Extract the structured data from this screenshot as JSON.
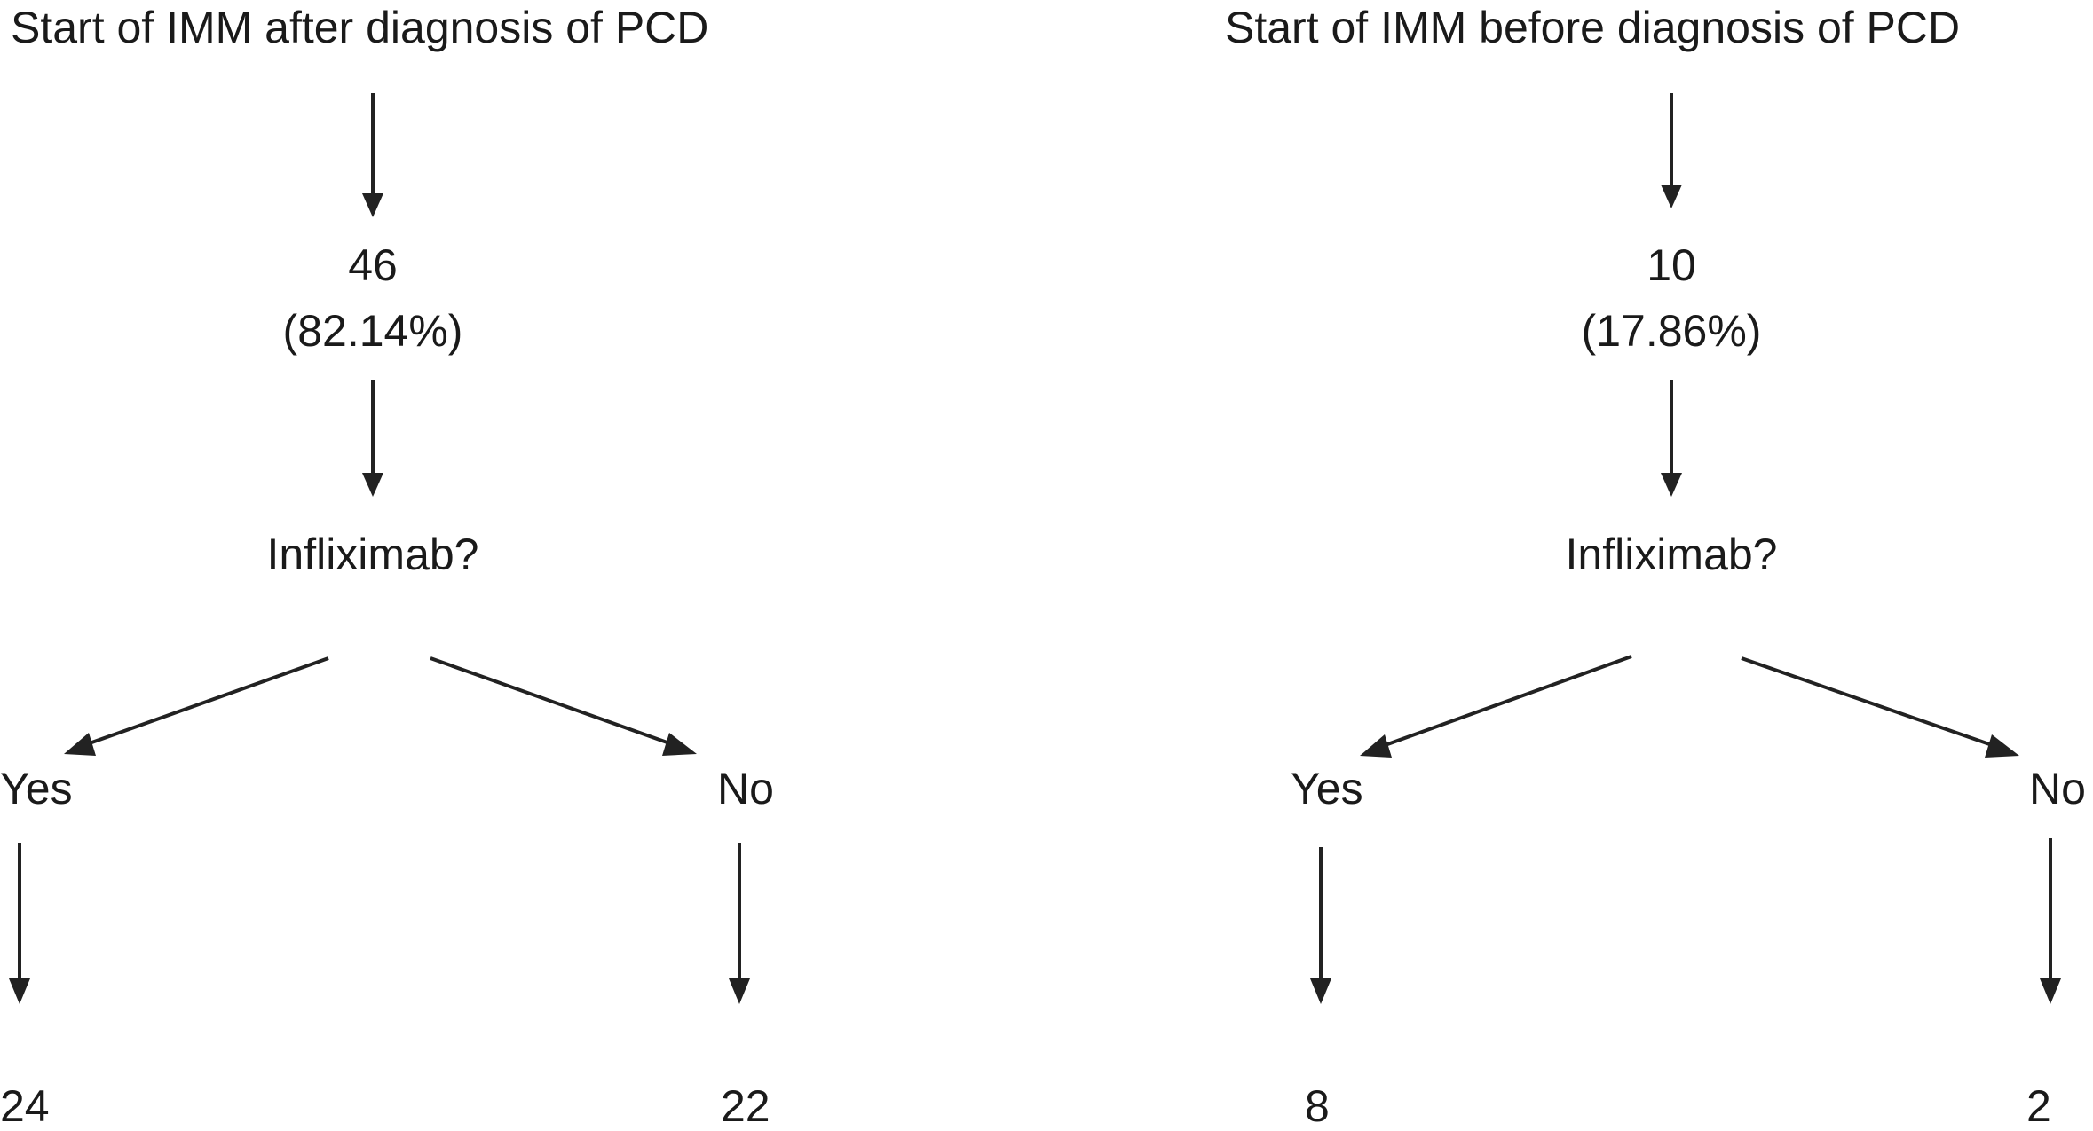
{
  "left_tree": {
    "title": "Start of IMM after diagnosis of PCD",
    "count": "46",
    "percent": "(82.14%)",
    "question": "Infliximab?",
    "yes_label": "Yes",
    "no_label": "No",
    "yes_count": "24",
    "no_count": "22"
  },
  "right_tree": {
    "title": "Start of IMM before diagnosis of PCD",
    "count": "10",
    "percent": "(17.86%)",
    "question": "Infliximab?",
    "yes_label": "Yes",
    "no_label": "No",
    "yes_count": "8",
    "no_count": "2"
  },
  "colors": {
    "text": "#1a1a1a",
    "arrow": "#222222",
    "background": "#ffffff"
  }
}
